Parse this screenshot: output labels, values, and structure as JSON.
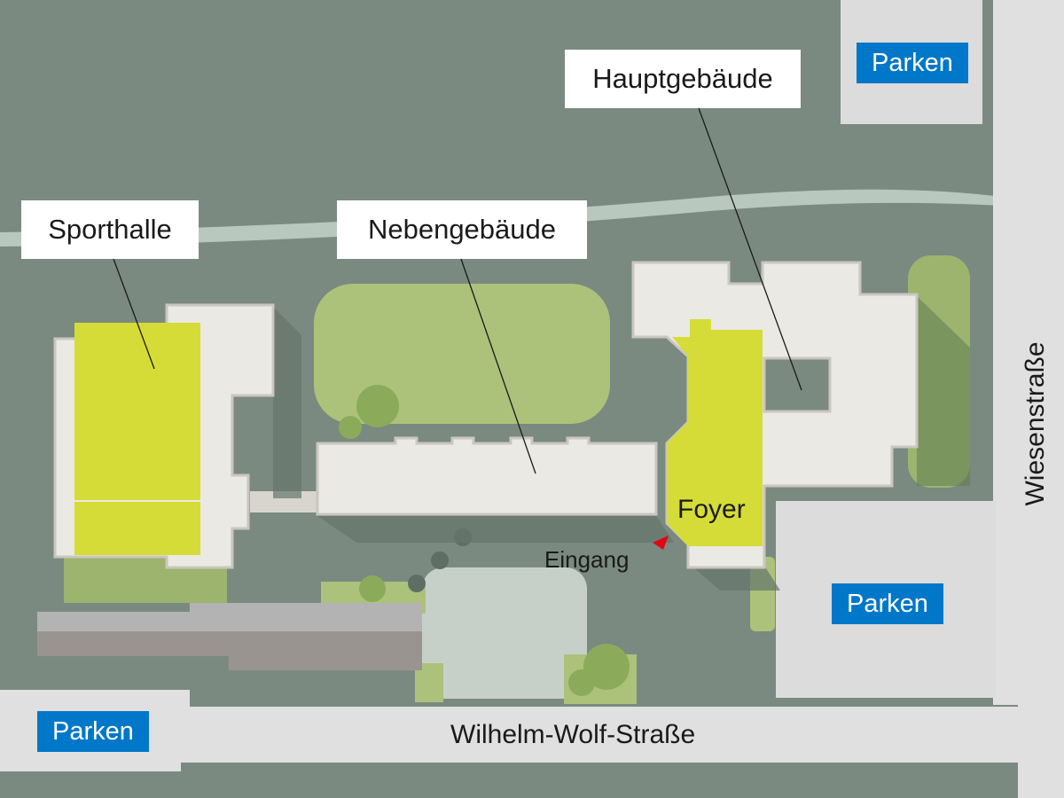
{
  "buildings": {
    "sporthalle": "Sporthalle",
    "nebengebaeude": "Nebengebäude",
    "hauptgebaeude": "Hauptgebäude",
    "foyer": "Foyer"
  },
  "entrance": {
    "label": "Eingang",
    "marker_color": "#e30613"
  },
  "parking": {
    "top_right": "Parken",
    "middle_right": "Parken",
    "bottom_left": "Parken"
  },
  "streets": {
    "south": "Wilhelm-Wolf-Straße",
    "east": "Wiesenstraße"
  },
  "colors": {
    "ground": "#7a8a80",
    "building": "#ebe9e4",
    "highlight": "#d5dc37",
    "green_area": "#acc27a",
    "road": "#dcdcdc",
    "parking_badge": "#0077c8"
  }
}
